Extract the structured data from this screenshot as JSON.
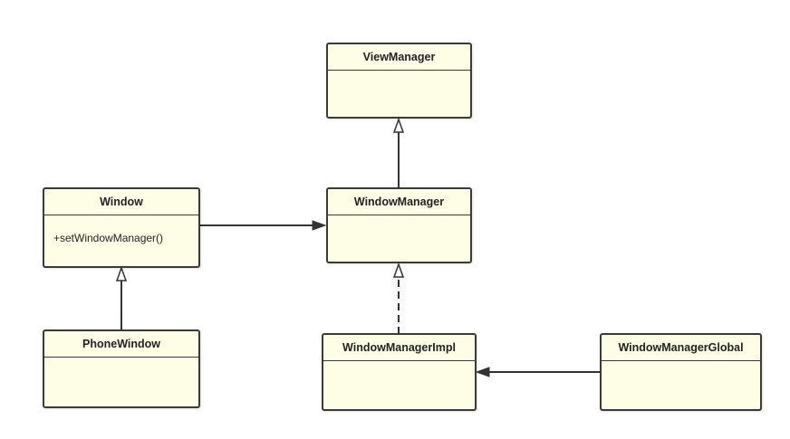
{
  "classes": {
    "view_manager": {
      "name": "ViewManager"
    },
    "window_manager": {
      "name": "WindowManager"
    },
    "window": {
      "name": "Window",
      "methods": [
        "+setWindowManager()"
      ]
    },
    "phone_window": {
      "name": "PhoneWindow"
    },
    "window_manager_impl": {
      "name": "WindowManagerImpl"
    },
    "window_manager_global": {
      "name": "WindowManagerGlobal"
    }
  },
  "relations": [
    {
      "from": "WindowManager",
      "to": "ViewManager",
      "type": "generalization"
    },
    {
      "from": "PhoneWindow",
      "to": "Window",
      "type": "generalization"
    },
    {
      "from": "WindowManagerImpl",
      "to": "WindowManager",
      "type": "realization"
    },
    {
      "from": "Window",
      "to": "WindowManager",
      "type": "association"
    },
    {
      "from": "WindowManagerGlobal",
      "to": "WindowManagerImpl",
      "type": "association"
    }
  ]
}
